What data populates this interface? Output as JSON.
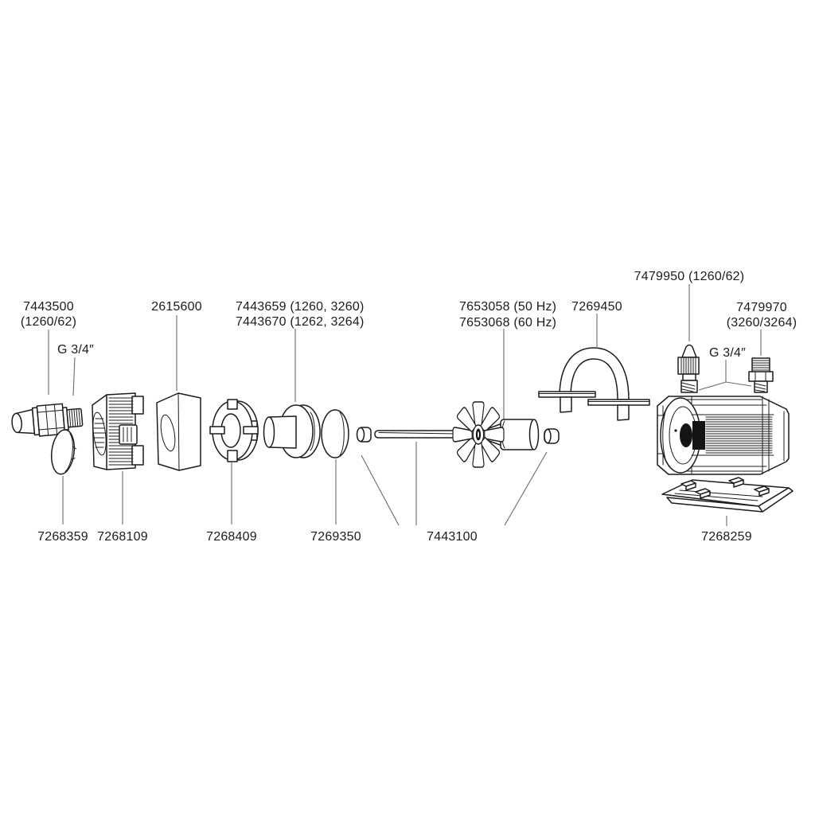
{
  "diagram": {
    "type": "exploded-parts-diagram",
    "description": "Pump exploded view with spare part numbers",
    "colors": {
      "background": "#ffffff",
      "line": "#1c1c1c",
      "leader_line": "#6b6b6b",
      "text": "#1c1c1c"
    },
    "labels": {
      "hose_connector": {
        "number": "7443500",
        "variant": "(1260/62)"
      },
      "thread_size_left": "G 3/4″",
      "filter_foam": "2615600",
      "intake_socket": {
        "line1": "7443659 (1260, 3260)",
        "line2": "7443670 (1262, 3264)"
      },
      "rotor": {
        "line1": "7653058 (50 Hz)",
        "line2": "7653068 (60 Hz)"
      },
      "bracket": "7269450",
      "nozzle_fitting": "7479950 (1260/62)",
      "thread_fitting": {
        "number": "7479970",
        "variant": "(3260/3264)"
      },
      "thread_size_right": "G 3/4″",
      "seal_cover": "7268359",
      "pump_housing": "7268109",
      "pump_cover": "7268409",
      "o_ring": "7269350",
      "shaft_set": "7443100",
      "base_plate": "7268259"
    }
  }
}
